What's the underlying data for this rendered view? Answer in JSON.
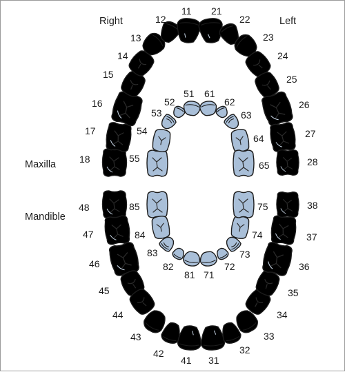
{
  "labels": {
    "right": "Right",
    "left": "Left",
    "maxilla": "Maxilla",
    "mandible": "Mandible"
  },
  "colors": {
    "permanent_fill": "#ffffff",
    "primary_fill": "#a9bfd8",
    "outline": "#1c1c1c"
  },
  "permanent_upper": [
    "18",
    "17",
    "16",
    "15",
    "14",
    "13",
    "12",
    "11",
    "21",
    "22",
    "23",
    "24",
    "25",
    "26",
    "27",
    "28"
  ],
  "permanent_lower": [
    "48",
    "47",
    "46",
    "45",
    "44",
    "43",
    "42",
    "41",
    "31",
    "32",
    "33",
    "34",
    "35",
    "36",
    "37",
    "38"
  ],
  "primary_upper": [
    "55",
    "54",
    "53",
    "52",
    "51",
    "61",
    "62",
    "63",
    "64",
    "65"
  ],
  "primary_lower": [
    "85",
    "84",
    "83",
    "82",
    "81",
    "71",
    "72",
    "73",
    "74",
    "75"
  ]
}
